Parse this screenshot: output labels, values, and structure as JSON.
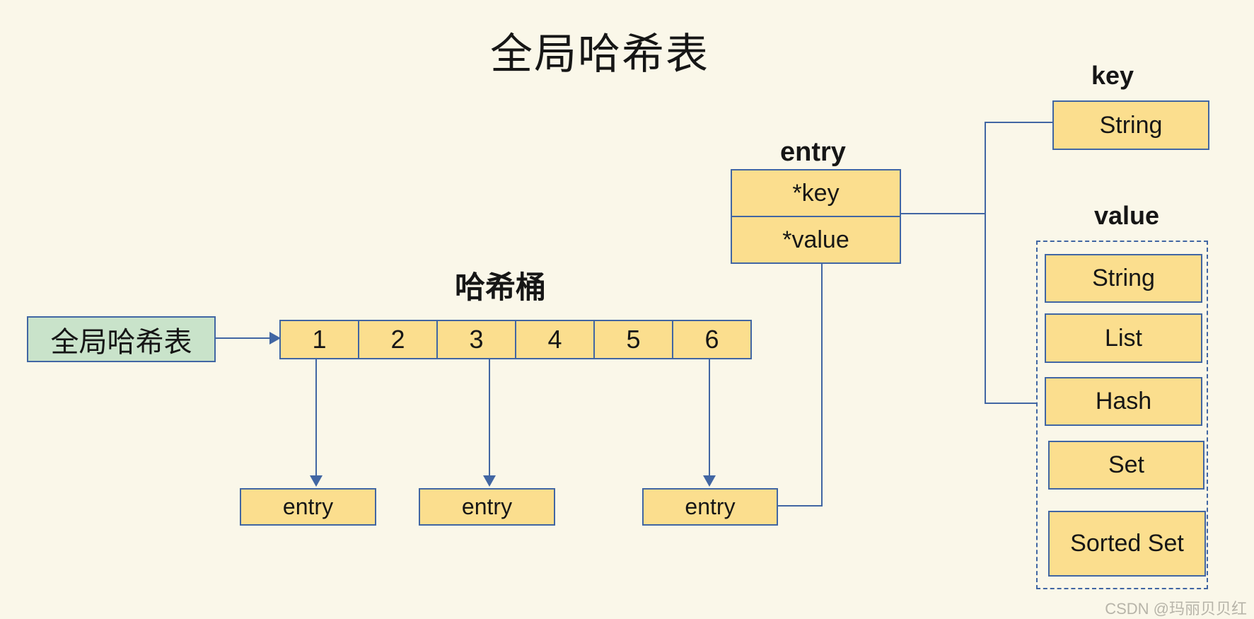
{
  "title": "全局哈希表",
  "colors": {
    "background": "#FAF7E9",
    "node_fill": "#FBDE8E",
    "node_border": "#4166A3",
    "line": "#4166A3",
    "root_fill": "#C9E3CA"
  },
  "root": {
    "label": "全局哈希表"
  },
  "bucket": {
    "label": "哈希桶",
    "cells": [
      "1",
      "2",
      "3",
      "4",
      "5",
      "6"
    ]
  },
  "entry_struct": {
    "label": "entry",
    "fields": [
      "*key",
      "*value"
    ]
  },
  "entry_nodes": [
    "entry",
    "entry",
    "entry"
  ],
  "key_section": {
    "label": "key",
    "type": "String"
  },
  "value_section": {
    "label": "value",
    "types": [
      "String",
      "List",
      "Hash",
      "Set",
      "Sorted Set"
    ]
  },
  "watermark": "CSDN @玛丽贝贝红"
}
